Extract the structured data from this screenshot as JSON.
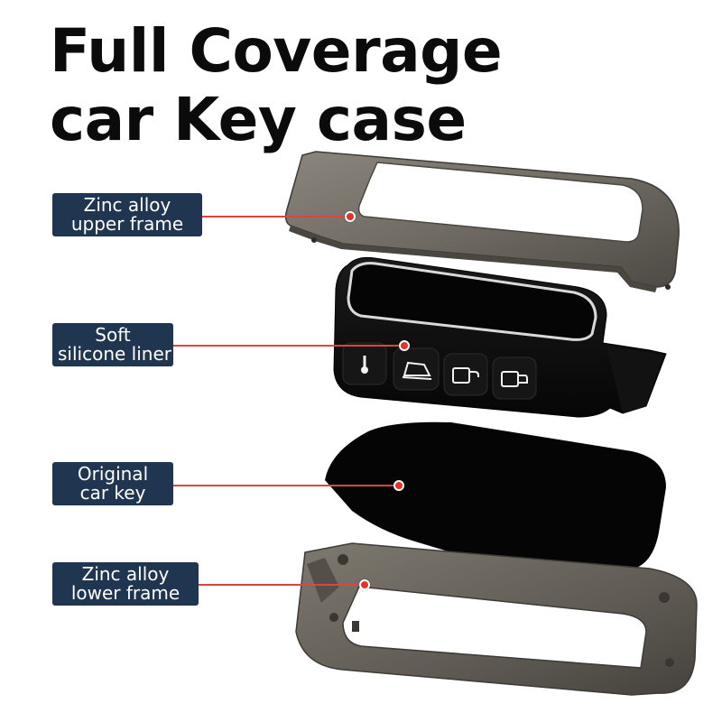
{
  "title": {
    "line1": "Full Coverage",
    "line2": "car Key case"
  },
  "callouts": [
    {
      "line1": "Zinc alloy",
      "line2": "upper frame"
    },
    {
      "line1": "Soft",
      "line2": "silicone liner"
    },
    {
      "line1": "Original",
      "line2": "car key"
    },
    {
      "line1": "Zinc alloy",
      "line2": "lower frame"
    }
  ],
  "colors": {
    "label_bg": "#1f3550",
    "label_text": "#ffffff",
    "leader": "#d9473f",
    "dot": "#e5312b",
    "metal": "#6e6a62",
    "silicone": "#0f0f0f"
  },
  "icons": [
    "remote-start-icon",
    "trunk-icon",
    "unlock-icon",
    "lock-icon"
  ]
}
